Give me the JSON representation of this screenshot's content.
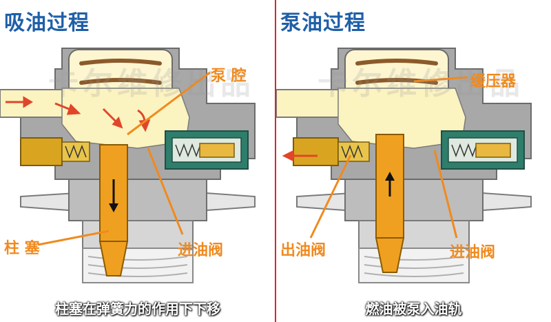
{
  "left": {
    "title": "吸油过程",
    "labels": {
      "pump_chamber": "泵 腔",
      "plunger": "柱 塞",
      "inlet_valve": "进油阀"
    },
    "caption": "柱塞在弹簧力的作用下下移"
  },
  "right": {
    "title": "泵油过程",
    "labels": {
      "damper": "缓压器",
      "outlet_valve": "出油阀",
      "inlet_valve": "进油阀"
    },
    "caption": "燃油被泵入油轨"
  },
  "watermark": "卡尔维修出品",
  "colors": {
    "title": "#1f5fa8",
    "label": "#f08a1e",
    "fuel": "#fbf3c0",
    "plunger": "#f0a020",
    "housing": "#9a9a9a",
    "valve_green": "#2f7d6b",
    "arrow_red": "#e0462a",
    "divider": "#d8262e"
  }
}
